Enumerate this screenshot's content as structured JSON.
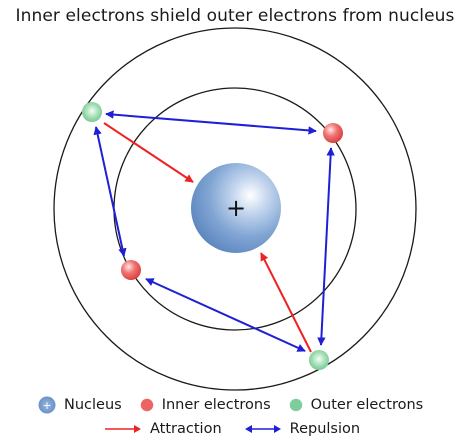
{
  "title": "Inner electrons shield outer electrons from nucleus",
  "nucleus": {
    "symbol": "+"
  },
  "colors": {
    "nucleus": "#6f96c9",
    "inner_electron": "#ec5b5b",
    "outer_electron": "#79c994",
    "attraction": "#ee2222",
    "repulsion": "#1f1fd6",
    "orbit": "#1a1a1a"
  },
  "legend": {
    "nucleus": "Nucleus",
    "nucleus_symbol": "+",
    "inner_electrons": "Inner electrons",
    "outer_electrons": "Outer electrons",
    "attraction": "Attraction",
    "repulsion": "Repulsion"
  }
}
